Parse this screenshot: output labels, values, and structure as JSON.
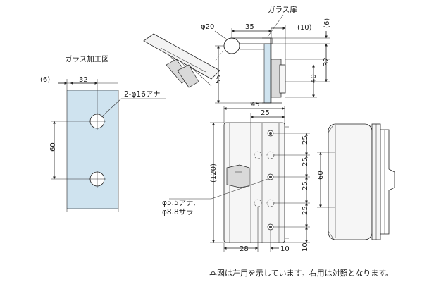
{
  "labels": {
    "glass_door": "ガラス扉",
    "glass_processing": "ガラス加工図",
    "hole_2x16": "2-φ16アナ",
    "hole_55": "φ5.5アナ,",
    "countersink_88": "φ8.8サラ",
    "footnote": "本図は左用を示しています。右用は対照となります。"
  },
  "dims_glass": {
    "d6": "(6)",
    "d32": "32",
    "d60": "60"
  },
  "dims_top": {
    "phi20": "φ20",
    "d35": "35",
    "d10": "(10)",
    "d6": "(6)",
    "d32": "32",
    "d55": "55",
    "d40": "40"
  },
  "dims_front": {
    "d45": "45",
    "d25top": "25",
    "d25a": "25",
    "d25b": "25",
    "d25c": "25",
    "d25d": "25",
    "d120": "(120)",
    "d28": "28",
    "d10w": "10",
    "d10v": "10"
  },
  "dims_side": {
    "d60": "60"
  }
}
